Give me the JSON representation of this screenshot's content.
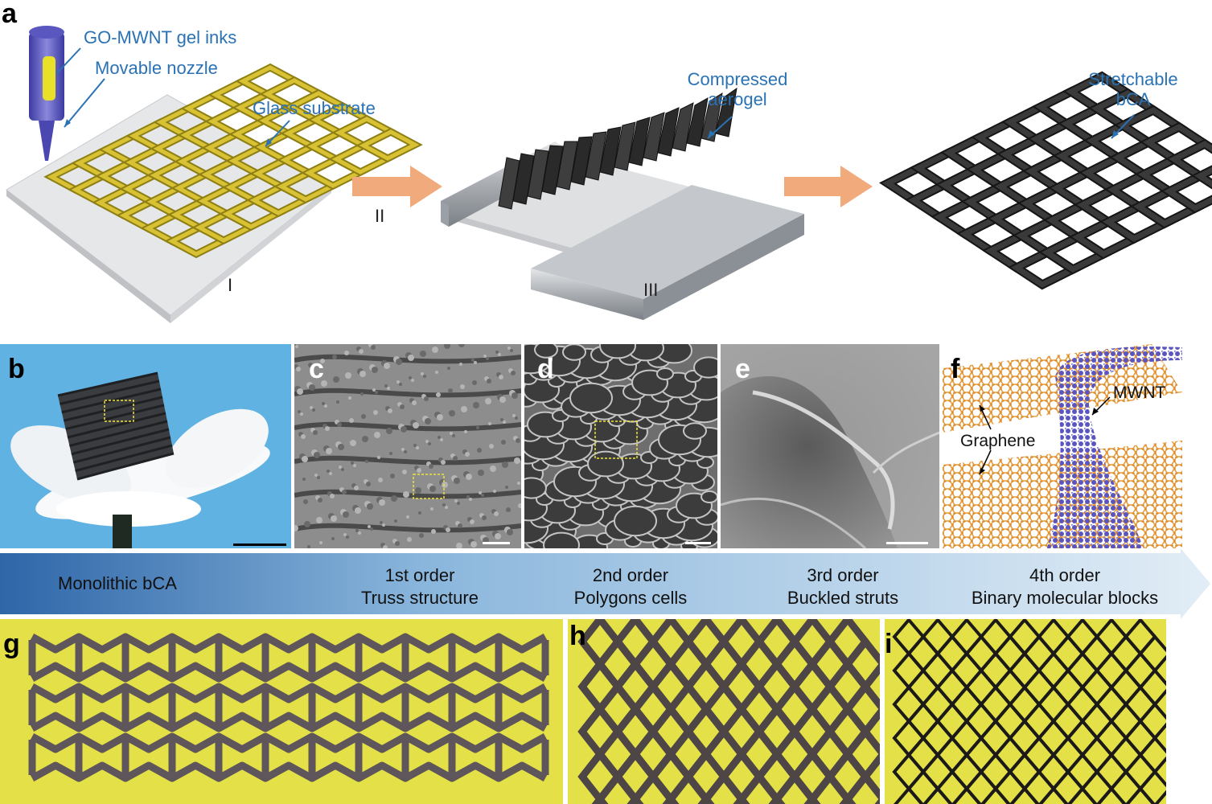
{
  "panels": {
    "a": {
      "letter": "a",
      "labels": {
        "ink": "GO-MWNT gel inks",
        "nozzle": "Movable nozzle",
        "substrate": "Glass substrate",
        "compressed_line1": "Compressed",
        "compressed_line2": "aerogel",
        "stretch_line1": "Stretchable",
        "stretch_line2": "bCA"
      },
      "steps": [
        "I",
        "II",
        "III"
      ]
    },
    "b": {
      "letter": "b"
    },
    "c": {
      "letter": "c"
    },
    "d": {
      "letter": "d"
    },
    "e": {
      "letter": "e"
    },
    "f": {
      "letter": "f",
      "labels": {
        "mwnt": "MWNT",
        "graphene": "Graphene"
      }
    },
    "g": {
      "letter": "g"
    },
    "h": {
      "letter": "h"
    },
    "i": {
      "letter": "i"
    }
  },
  "hierarchy_arrow": {
    "items": [
      {
        "line1": "Monolithic bCA",
        "line2": ""
      },
      {
        "line1": "1st order",
        "line2": "Truss structure"
      },
      {
        "line1": "2nd order",
        "line2": "Polygons cells"
      },
      {
        "line1": "3rd order",
        "line2": "Buckled struts"
      },
      {
        "line1": "4th order",
        "line2": "Binary molecular blocks"
      }
    ]
  },
  "colors": {
    "label_blue": "#2a72b4",
    "process_arrow": "#f0aa7c",
    "yellow_lattice": "#d8c234",
    "dark_lattice": "#3a3a3a",
    "sky_blue": "#5fb2e2",
    "photo_yellow": "#e4e24a",
    "graphene_orange": "#e79a3a",
    "mwnt_purple": "#5a55c0"
  }
}
